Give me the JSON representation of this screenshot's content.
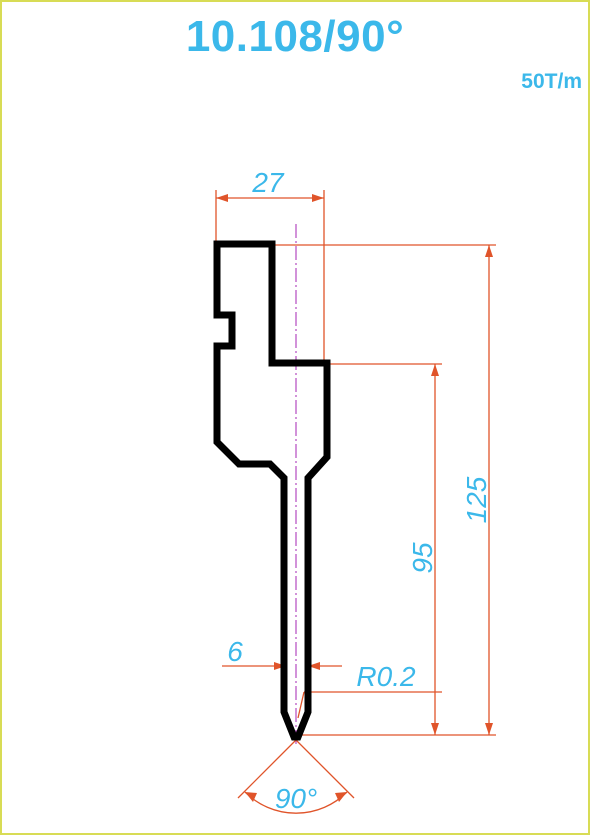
{
  "header": {
    "title": "10.108/90°",
    "capacity": "50T/m"
  },
  "dimensions": {
    "width_top": "27",
    "height_total": "125",
    "height_blade": "95",
    "blade_width": "6",
    "tip_radius": "R0.2",
    "tip_angle": "90°"
  },
  "colors": {
    "text": "#3bb8ea",
    "dimension_line": "#e0542a",
    "profile": "#000000",
    "centerline": "#b44ac0",
    "border": "#d8dc55"
  }
}
